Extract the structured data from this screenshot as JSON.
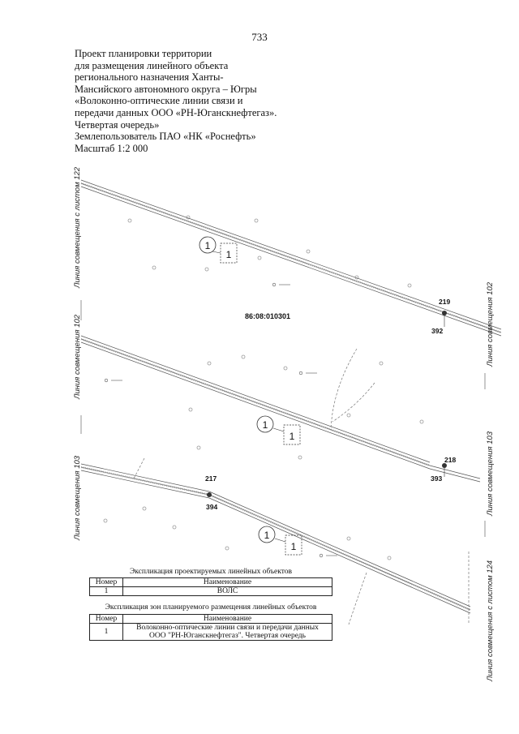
{
  "page_number": "733",
  "title_lines": [
    "Проект планировки территории",
    "для размещения линейного объекта",
    "регионального назначения Ханты-",
    "Мансийского автономного округа – Югры",
    "«Волоконно-оптические линии связи и",
    "передачи данных ООО «РН-Юганскнефтегаз».",
    "Четвертая очередь»",
    "Землепользователь ПАО «НК «Роснефть»",
    "Масштаб 1:2 000"
  ],
  "map": {
    "cadastral_number": "86:08:010301",
    "match_lines": {
      "left_top": "Линия совмещения с листом 122",
      "left_mid": "Линия совмещения 102",
      "left_bottom": "Линия совмещения 103",
      "right_top": "Линия совмещения 102",
      "right_mid": "Линия совмещения 103",
      "right_bottom": "Линия совмещения с листом 124"
    },
    "point_labels": {
      "p219": "219",
      "p392": "392",
      "p218": "218",
      "p393": "393",
      "p217": "217",
      "p394": "394"
    },
    "object_marker": "1",
    "zone_marker": "1"
  },
  "table1": {
    "caption": "Экспликация проектируемых линейных объектов",
    "headers": [
      "Номер",
      "Наименование"
    ],
    "rows": [
      [
        "1",
        "ВОЛС"
      ]
    ]
  },
  "table2": {
    "caption": "Экспликация зон планируемого размещения линейных объектов",
    "headers": [
      "Номер",
      "Наименование"
    ],
    "rows": [
      [
        "1",
        "Волоконно-оптические линии связи и передачи данных",
        "ООО \"РН-Юганскнефтегаз\". Четвертая очередь"
      ]
    ]
  }
}
